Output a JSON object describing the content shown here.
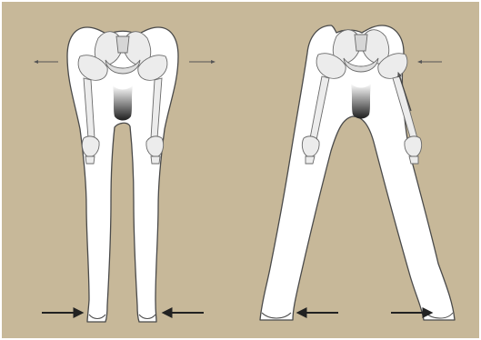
{
  "colors": {
    "background": "#c7b899",
    "frame": "#ffffff",
    "body_fill": "#ffffff",
    "outline": "#4a4a4a",
    "bone_fill": "#ececec",
    "bone_shadow": "#cfcfcf",
    "arrow": "#222222",
    "arrow_thin": "#555555"
  },
  "figures": [
    {
      "name": "left",
      "stance": "narrow",
      "arrows": [
        "pelvis-outward-left",
        "pelvis-outward-right",
        "hooves-inward-left",
        "hooves-inward-right"
      ]
    },
    {
      "name": "right",
      "stance": "wide",
      "arrows": [
        "pelvis-inward-right",
        "femur-shaft-upward",
        "hooves-outward-left",
        "hooves-outward-right"
      ]
    }
  ]
}
